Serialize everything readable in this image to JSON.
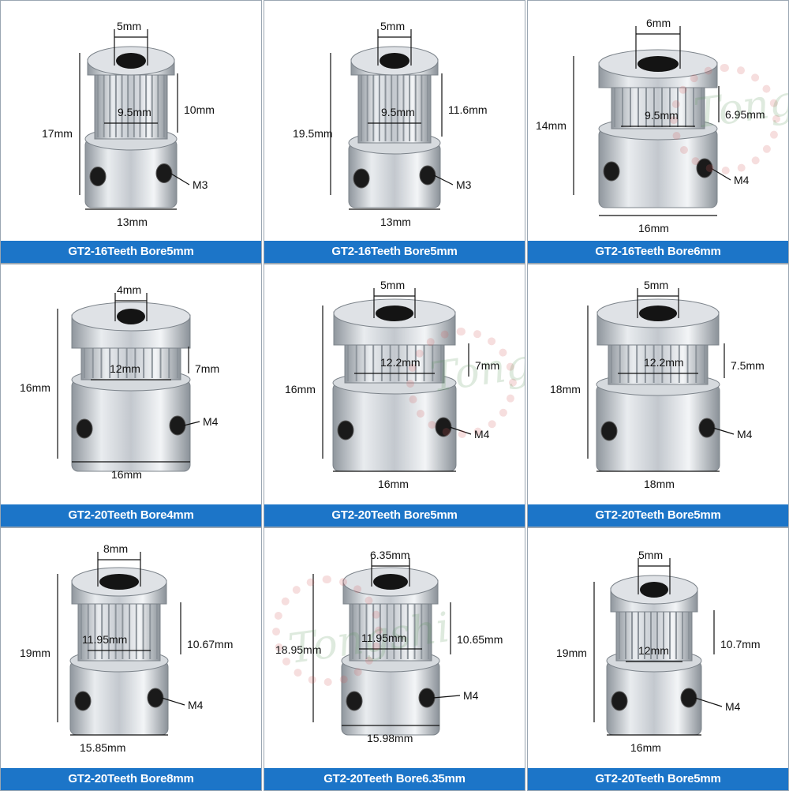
{
  "watermark_text": "Tongshi",
  "colors": {
    "banner": "#1c75c8",
    "metal": "#c9ced4",
    "hole": "#1a1a1a"
  },
  "panels": [
    {
      "title": "GT2-16Teeth Bore5mm",
      "bore": "5mm",
      "pitch": "9.5mm",
      "height": "17mm",
      "tooth_height": "10mm",
      "screw": "M3",
      "width": "13mm"
    },
    {
      "title": "GT2-16Teeth Bore5mm",
      "bore": "5mm",
      "pitch": "9.5mm",
      "height": "19.5mm",
      "tooth_height": "11.6mm",
      "screw": "M3",
      "width": "13mm"
    },
    {
      "title": "GT2-16Teeth Bore6mm",
      "bore": "6mm",
      "pitch": "9.5mm",
      "height": "14mm",
      "tooth_height": "6.95mm",
      "screw": "M4",
      "width": "16mm"
    },
    {
      "title": "GT2-20Teeth Bore4mm",
      "bore": "4mm",
      "pitch": "12mm",
      "height": "16mm",
      "tooth_height": "7mm",
      "screw": "M4",
      "width": "16mm"
    },
    {
      "title": "GT2-20Teeth Bore5mm",
      "bore": "5mm",
      "pitch": "12.2mm",
      "height": "16mm",
      "tooth_height": "7mm",
      "screw": "M4",
      "width": "16mm"
    },
    {
      "title": "GT2-20Teeth Bore5mm",
      "bore": "5mm",
      "pitch": "12.2mm",
      "height": "18mm",
      "tooth_height": "7.5mm",
      "screw": "M4",
      "width": "18mm"
    },
    {
      "title": "GT2-20Teeth Bore8mm",
      "bore": "8mm",
      "pitch": "11.95mm",
      "height": "19mm",
      "tooth_height": "10.67mm",
      "screw": "M4",
      "width": "15.85mm"
    },
    {
      "title": "GT2-20Teeth Bore6.35mm",
      "bore": "6.35mm",
      "pitch": "11.95mm",
      "height": "18.95mm",
      "tooth_height": "10.65mm",
      "screw": "M4",
      "width": "15.98mm"
    },
    {
      "title": "GT2-20Teeth Bore5mm",
      "bore": "5mm",
      "pitch": "12mm",
      "height": "19mm",
      "tooth_height": "10.7mm",
      "screw": "M4",
      "width": "16mm"
    }
  ]
}
